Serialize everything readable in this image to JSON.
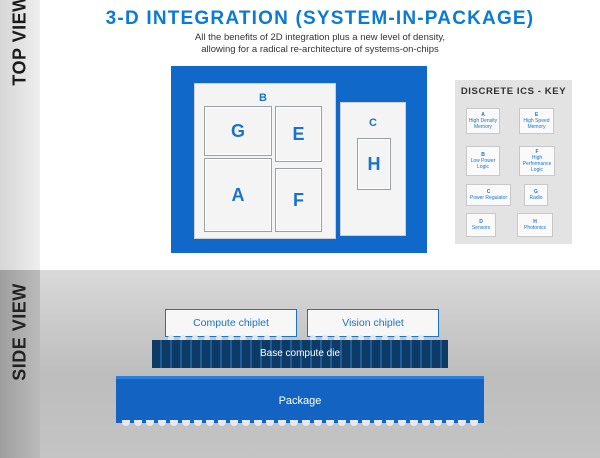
{
  "top_view_label": "TOP VIEW",
  "side_view_label": "SIDE VIEW",
  "title": "3-D INTEGRATION (SYSTEM-IN-PACKAGE)",
  "subtitle_line1": "All the benefits of 2D integration plus a new level of density,",
  "subtitle_line2": "allowing for a radical re-architecture of systems-on-chips",
  "top_view": {
    "block_b": "B",
    "block_c": "C",
    "chips": [
      "G",
      "E",
      "A",
      "F",
      "H"
    ]
  },
  "key": {
    "title": "DISCRETE ICS - KEY",
    "items": [
      {
        "letter": "A",
        "label": "High Density Memory"
      },
      {
        "letter": "E",
        "label": "High Speed Memory"
      },
      {
        "letter": "B",
        "label": "Low Power Logic"
      },
      {
        "letter": "F",
        "label": "High Performance Logic"
      },
      {
        "letter": "C",
        "label": "Power Regulator"
      },
      {
        "letter": "G",
        "label": "Radio"
      },
      {
        "letter": "D",
        "label": "Sensors"
      },
      {
        "letter": "H",
        "label": "Photonics"
      }
    ]
  },
  "side_view": {
    "compute_chiplet": "Compute chiplet",
    "vision_chiplet": "Vision chiplet",
    "base_die": "Base compute die",
    "package": "Package"
  },
  "colors": {
    "accent": "#0a7bd4",
    "package_blue": "#1068c9",
    "die_navy": "#0e3a66"
  }
}
